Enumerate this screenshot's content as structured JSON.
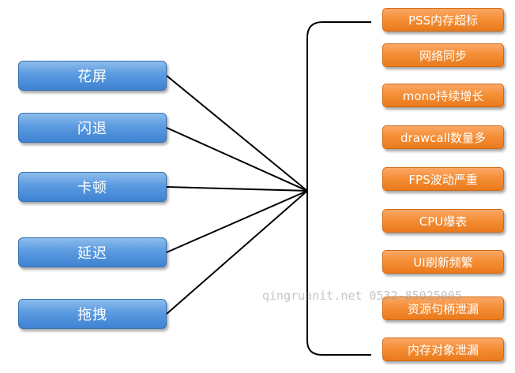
{
  "symptoms": [
    {
      "label": "花屏"
    },
    {
      "label": "闪退"
    },
    {
      "label": "卡顿"
    },
    {
      "label": "延迟"
    },
    {
      "label": "拖拽"
    }
  ],
  "causes": [
    {
      "label": "PSS内存超标"
    },
    {
      "label": "网络同步"
    },
    {
      "label": "mono持续增长"
    },
    {
      "label": "drawcall数量多"
    },
    {
      "label": "FPS波动严重"
    },
    {
      "label": "CPU爆表"
    },
    {
      "label": "UI刷新频繁"
    },
    {
      "label": "资源句柄泄漏"
    },
    {
      "label": "内存对象泄漏"
    }
  ],
  "watermark": "qingruanit.net 0532-85025005",
  "colors": {
    "symptom_fill": "#5b9be0",
    "cause_fill": "#f58f37",
    "connector": "#000000"
  }
}
